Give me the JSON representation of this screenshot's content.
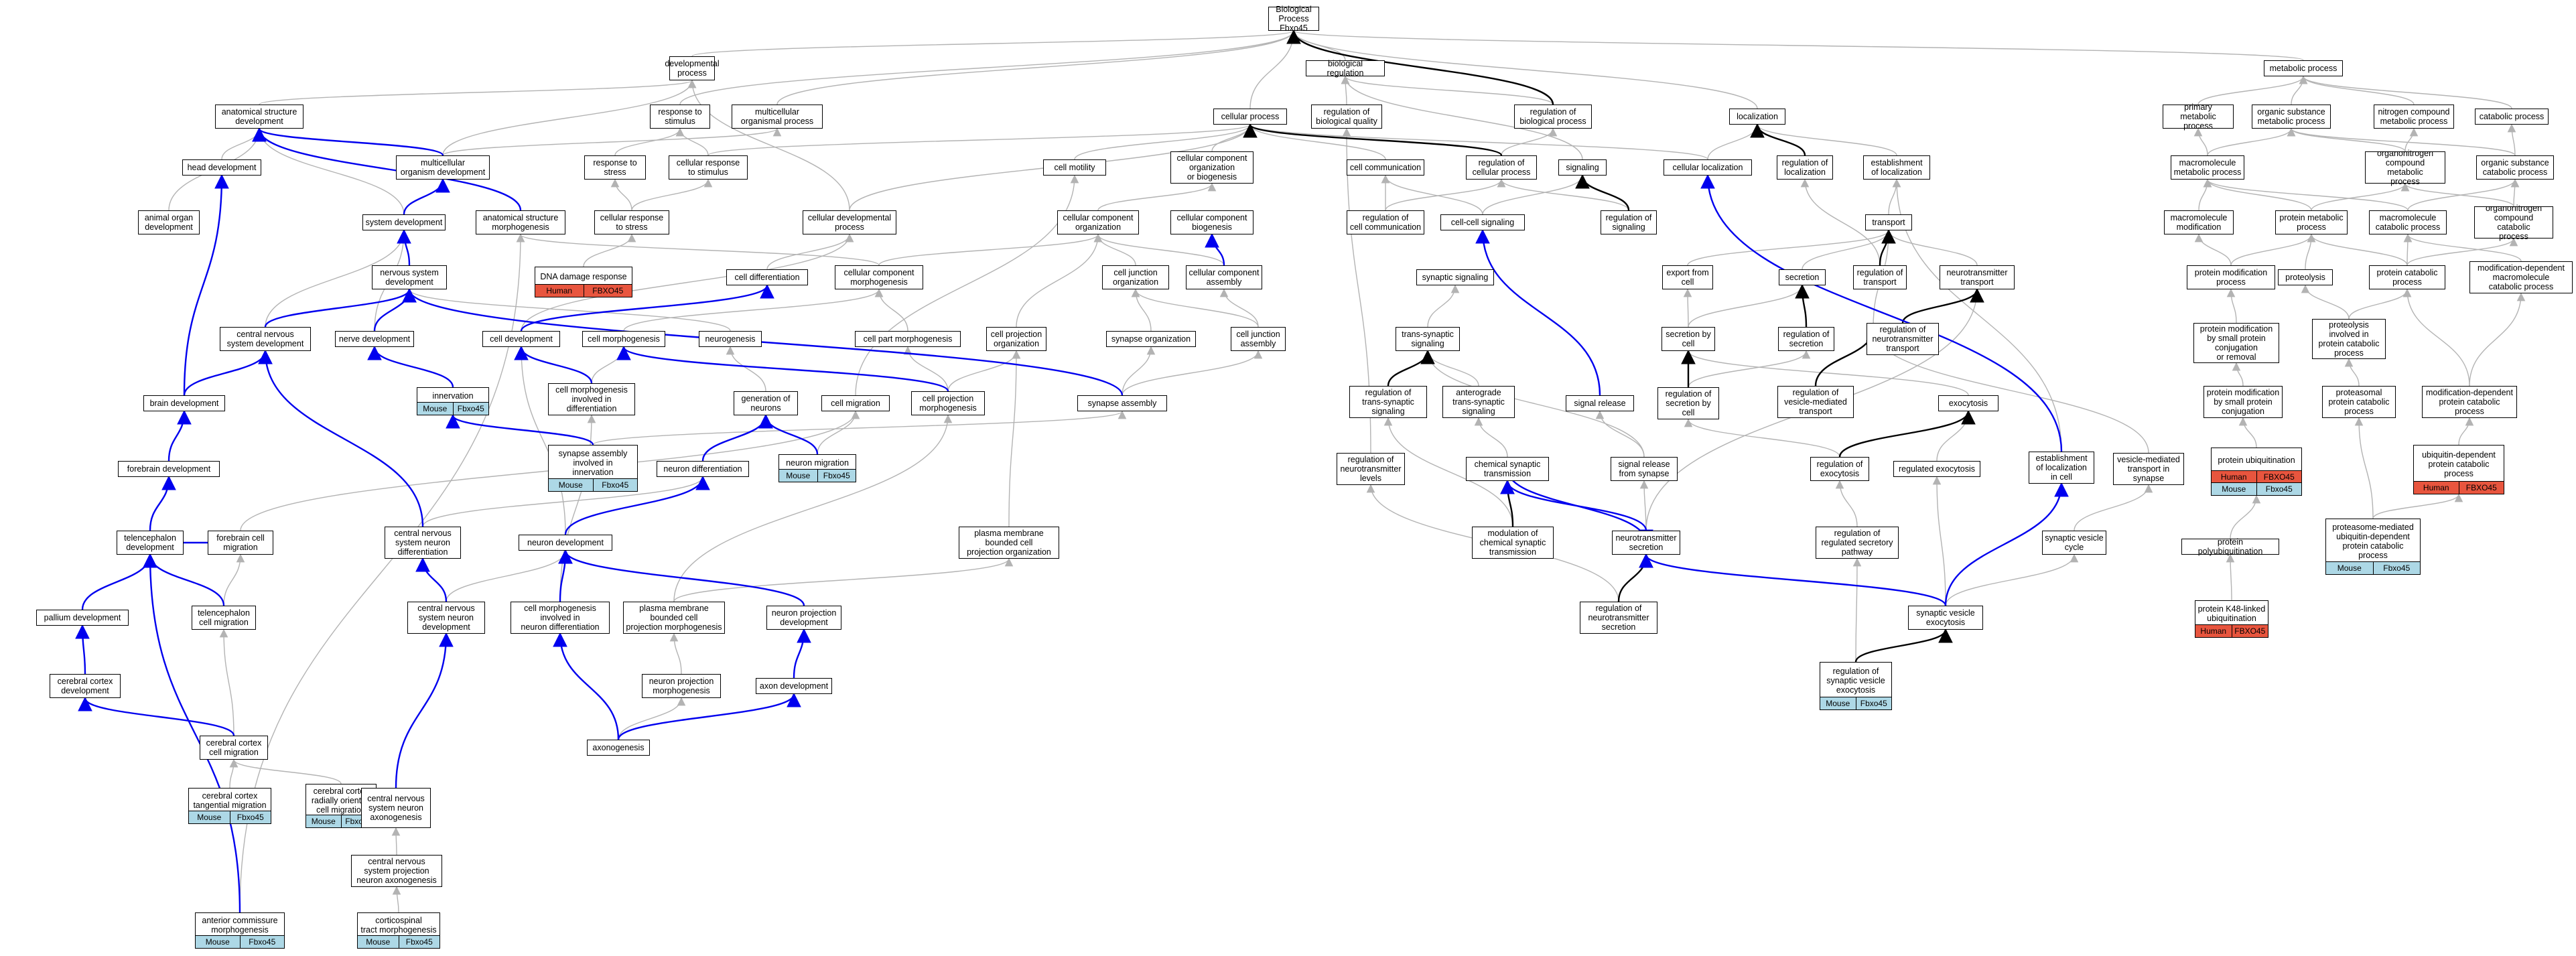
{
  "nodes": {
    "bp": {
      "text": "Biological Process\nFbxo45"
    },
    "dev_proc": {
      "text": "developmental\nprocess"
    },
    "bio_reg": {
      "text": "biological regulation"
    },
    "met_proc": {
      "text": "metabolic process"
    },
    "anat_dev": {
      "text": "anatomical structure\ndevelopment"
    },
    "resp_stim": {
      "text": "response to\nstimulus"
    },
    "multi_org": {
      "text": "multicellular\norganismal process"
    },
    "cell_proc": {
      "text": "cellular process"
    },
    "reg_bio_qual": {
      "text": "regulation of\nbiological quality"
    },
    "reg_bio_proc": {
      "text": "regulation of\nbiological process"
    },
    "localization": {
      "text": "localization"
    },
    "prim_met": {
      "text": "primary metabolic\nprocess"
    },
    "org_sub_met": {
      "text": "organic substance\nmetabolic process"
    },
    "nitro_met": {
      "text": "nitrogen compound\nmetabolic process"
    },
    "catab_proc": {
      "text": "catabolic process"
    },
    "head_dev": {
      "text": "head development"
    },
    "multi_org_dev": {
      "text": "multicellular\norganism development"
    },
    "resp_stress": {
      "text": "response to\nstress"
    },
    "cell_resp_stim": {
      "text": "cellular response\nto stimulus"
    },
    "cell_motility": {
      "text": "cell motility"
    },
    "cell_comp_org_bio": {
      "text": "cellular component\norganization\nor biogenesis"
    },
    "cell_comm": {
      "text": "cell communication"
    },
    "reg_cell_proc": {
      "text": "regulation of\ncellular process"
    },
    "signaling": {
      "text": "signaling"
    },
    "cell_loc": {
      "text": "cellular localization"
    },
    "reg_loc": {
      "text": "regulation of\nlocalization"
    },
    "estab_loc": {
      "text": "establishment\nof localization"
    },
    "macromol_met": {
      "text": "macromolecule\nmetabolic process"
    },
    "organonitro_met": {
      "text": "organonitrogen\ncompound metabolic\nprocess"
    },
    "org_sub_catab": {
      "text": "organic substance\ncatabolic process"
    },
    "animal_organ_dev": {
      "text": "animal organ\ndevelopment"
    },
    "sys_dev": {
      "text": "system development"
    },
    "anat_morph": {
      "text": "anatomical structure\nmorphogenesis"
    },
    "cell_resp_stress": {
      "text": "cellular response\nto stress"
    },
    "cell_dev_proc": {
      "text": "cellular developmental\nprocess"
    },
    "cell_comp_org": {
      "text": "cellular component\norganization"
    },
    "cell_comp_bio": {
      "text": "cellular component\nbiogenesis"
    },
    "reg_cell_comm": {
      "text": "regulation of\ncell communication"
    },
    "cell_cell_sig": {
      "text": "cell-cell signaling"
    },
    "reg_signaling": {
      "text": "regulation of\nsignaling"
    },
    "transport": {
      "text": "transport"
    },
    "macromol_mod": {
      "text": "macromolecule\nmodification"
    },
    "prot_met": {
      "text": "protein metabolic\nprocess"
    },
    "macromol_catab": {
      "text": "macromolecule\ncatabolic process"
    },
    "organonitro_catab": {
      "text": "organonitrogen\ncompound catabolic\nprocess"
    },
    "dna_damage": {
      "text": "DNA damage response",
      "tags": [
        "Human",
        "FBXO45"
      ]
    },
    "ns_dev": {
      "text": "nervous system\ndevelopment"
    },
    "cell_diff": {
      "text": "cell differentiation"
    },
    "cell_comp_morph": {
      "text": "cellular component\nmorphogenesis"
    },
    "cell_junc_org": {
      "text": "cell junction\norganization"
    },
    "cell_comp_assembly": {
      "text": "cellular component\nassembly"
    },
    "syn_signaling": {
      "text": "synaptic signaling"
    },
    "export_cell": {
      "text": "export from\ncell"
    },
    "secretion": {
      "text": "secretion"
    },
    "reg_transport": {
      "text": "regulation of\ntransport"
    },
    "nt_transport": {
      "text": "neurotransmitter\ntransport"
    },
    "prot_mod_proc": {
      "text": "protein modification\nprocess"
    },
    "proteolysis": {
      "text": "proteolysis"
    },
    "prot_catab": {
      "text": "protein catabolic\nprocess"
    },
    "mod_dep_catab": {
      "text": "modification-dependent\nmacromolecule\ncatabolic process"
    },
    "cns_dev": {
      "text": "central nervous\nsystem development"
    },
    "nerve_dev": {
      "text": "nerve development"
    },
    "cell_development": {
      "text": "cell development"
    },
    "cell_morph": {
      "text": "cell morphogenesis"
    },
    "neurogenesis": {
      "text": "neurogenesis"
    },
    "cell_part_morph": {
      "text": "cell part morphogenesis"
    },
    "cell_proj_org": {
      "text": "cell projection\norganization"
    },
    "synapse_org": {
      "text": "synapse organization"
    },
    "cell_junc_assembly": {
      "text": "cell junction\nassembly"
    },
    "trans_syn_sig": {
      "text": "trans-synaptic\nsignaling"
    },
    "sec_by_cell": {
      "text": "secretion by\ncell"
    },
    "reg_secretion": {
      "text": "regulation of\nsecretion"
    },
    "reg_nt_transport": {
      "text": "regulation of\nneurotransmitter\ntransport"
    },
    "vesicle_transport": {
      "text": "vesicle-mediated\ntransport"
    },
    "prot_mod_small": {
      "text": "protein modification\nby small protein\nconjugation\nor removal"
    },
    "proteolysis_catab": {
      "text": "proteolysis\ninvolved in\nprotein catabolic\nprocess"
    },
    "innervation": {
      "text": "innervation",
      "tags": [
        "Mouse",
        "Fbxo45"
      ]
    },
    "brain_dev": {
      "text": "brain development"
    },
    "cell_morph_diff": {
      "text": "cell morphogenesis\ninvolved in\ndifferentiation"
    },
    "gen_neurons": {
      "text": "generation of\nneurons"
    },
    "cell_migration": {
      "text": "cell migration"
    },
    "cell_proj_morph": {
      "text": "cell projection\nmorphogenesis"
    },
    "synapse_assembly": {
      "text": "synapse assembly"
    },
    "reg_trans_syn": {
      "text": "regulation of\ntrans-synaptic\nsignaling"
    },
    "antero_trans_syn": {
      "text": "anterograde\ntrans-synaptic\nsignaling"
    },
    "signal_release": {
      "text": "signal release"
    },
    "reg_sec_cell": {
      "text": "regulation of\nsecretion by\ncell"
    },
    "reg_vesicle_transport": {
      "text": "regulation of\nvesicle-mediated\ntransport"
    },
    "exocytosis": {
      "text": "exocytosis"
    },
    "prot_mod_small_conj": {
      "text": "protein modification\nby small protein\nconjugation"
    },
    "proteasomal_catab": {
      "text": "proteasomal\nprotein catabolic\nprocess"
    },
    "mod_dep_prot_catab": {
      "text": "modification-dependent\nprotein catabolic\nprocess"
    },
    "neuron_migration": {
      "text": "neuron migration",
      "tags": [
        "Mouse",
        "Fbxo45"
      ]
    },
    "syn_assembly_innerv": {
      "text": "synapse assembly\ninvolved in\ninnervation",
      "tags": [
        "Mouse",
        "Fbxo45"
      ]
    },
    "forebrain_dev": {
      "text": "forebrain development"
    },
    "neuron_diff": {
      "text": "neuron differentiation"
    },
    "reg_nt_levels": {
      "text": "regulation of\nneurotransmitter\nlevels"
    },
    "chem_syn_trans": {
      "text": "chemical synaptic\ntransmission"
    },
    "signal_release_syn": {
      "text": "signal release\nfrom synapse"
    },
    "reg_exocytosis": {
      "text": "regulation of\nexocytosis"
    },
    "reg_exo_regulated": {
      "text": "regulated exocytosis"
    },
    "estab_loc_cell": {
      "text": "establishment\nof localization\nin cell"
    },
    "vesicle_transport_syn": {
      "text": "vesicle-mediated\ntransport in\nsynapse"
    },
    "prot_ubiq": {
      "text": "protein ubiquitination",
      "tags": [
        "Human",
        "FBXO45",
        "Mouse",
        "Fbxo45"
      ]
    },
    "ubiq_dep_catab": {
      "text": "ubiquitin-dependent\nprotein catabolic\nprocess",
      "tags": [
        "Human",
        "FBXO45"
      ]
    },
    "telencephalon_dev": {
      "text": "telencephalon\ndevelopment"
    },
    "forebrain_cell_mig": {
      "text": "forebrain cell\nmigration"
    },
    "cns_neuron_diff": {
      "text": "central nervous\nsystem neuron\ndifferentiation"
    },
    "neuron_dev": {
      "text": "neuron development"
    },
    "plasma_memb_proj_org": {
      "text": "plasma membrane\nbounded cell\nprojection organization"
    },
    "mod_chem_syn": {
      "text": "modulation of\nchemical synaptic\ntransmission"
    },
    "nt_secretion": {
      "text": "neurotransmitter\nsecretion"
    },
    "reg_reg_sec_path": {
      "text": "regulation of\nregulated secretory\npathway"
    },
    "syn_vesicle_cycle": {
      "text": "synaptic vesicle\ncycle"
    },
    "prot_polyubiq": {
      "text": "protein polyubiquitination"
    },
    "proteasome_ubiq_catab": {
      "text": "proteasome-mediated\nubiquitin-dependent\nprotein catabolic\nprocess",
      "tags": [
        "Mouse",
        "Fbxo45"
      ]
    },
    "pallium_dev": {
      "text": "pallium development"
    },
    "telenceph_cell_mig": {
      "text": "telencephalon\ncell migration"
    },
    "cns_neuron_dev": {
      "text": "central nervous\nsystem neuron\ndevelopment"
    },
    "cell_morph_neuron_diff": {
      "text": "cell morphogenesis\ninvolved in\nneuron differentiation"
    },
    "plasma_memb_proj_morph": {
      "text": "plasma membrane\nbounded cell\nprojection morphogenesis"
    },
    "neuron_proj_dev": {
      "text": "neuron projection\ndevelopment"
    },
    "reg_nt_secretion": {
      "text": "regulation of\nneurotransmitter\nsecretion"
    },
    "syn_vesicle_exo": {
      "text": "synaptic vesicle\nexocytosis"
    },
    "prot_k48_ubiq": {
      "text": "protein K48-linked\nubiquitination",
      "tags": [
        "Human",
        "FBXO45"
      ]
    },
    "cerebral_cortex_dev": {
      "text": "cerebral cortex\ndevelopment"
    },
    "neuron_proj_morph": {
      "text": "neuron projection\nmorphogenesis"
    },
    "axon_dev": {
      "text": "axon development"
    },
    "reg_syn_vesicle_exo": {
      "text": "regulation of\nsynaptic vesicle\nexocytosis",
      "tags": [
        "Mouse",
        "Fbxo45"
      ]
    },
    "cc_cell_mig": {
      "text": "cerebral cortex\ncell migration"
    },
    "axonogenesis": {
      "text": "axonogenesis"
    },
    "cc_tang_mig": {
      "text": "cerebral cortex\ntangential migration",
      "tags": [
        "Mouse",
        "Fbxo45"
      ]
    },
    "cc_radial_mig": {
      "text": "cerebral cortex\nradially oriented\ncell migration",
      "tags": [
        "Mouse",
        "Fbxo45"
      ]
    },
    "cns_neuron_axono": {
      "text": "central nervous\nsystem neuron\naxonogenesis"
    },
    "cns_proj_axono": {
      "text": "central nervous\nsystem projection\nneuron axonogenesis"
    },
    "anterior_commissure": {
      "text": "anterior commissure\nmorphogenesis",
      "tags": [
        "Mouse",
        "Fbxo45"
      ]
    },
    "corticospinal": {
      "text": "corticospinal\ntract morphogenesis",
      "tags": [
        "Mouse",
        "Fbxo45"
      ]
    }
  },
  "colors": {
    "gray_edge": "#b3b3b3",
    "black_edge": "#000000",
    "blue_edge": "#0000ee",
    "mouse_tag": "#add8e6",
    "human_tag": "#e8553e"
  }
}
